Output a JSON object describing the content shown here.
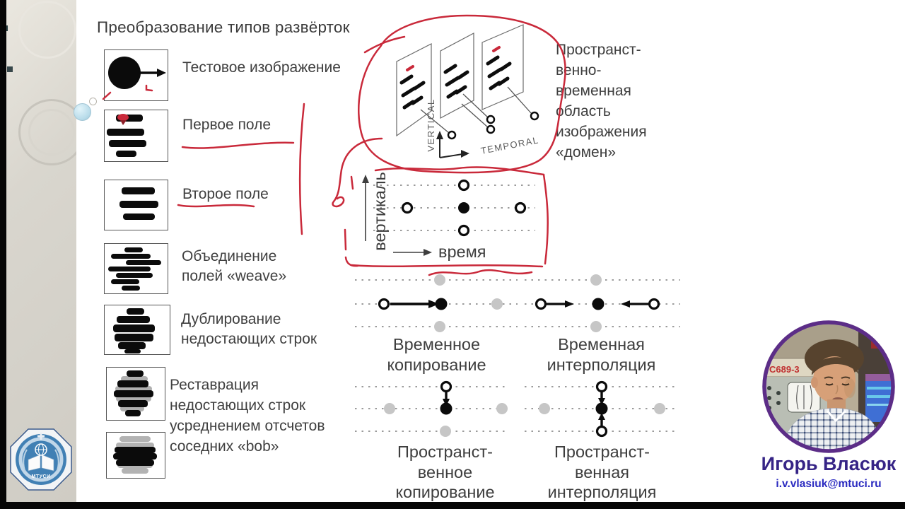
{
  "colors": {
    "annotation_red": "#c9293a",
    "webcam_ring_purple": "#5c2d87",
    "presenter_name_color": "#362486",
    "presenter_email_color": "#2a2ac0",
    "logo_blue": "#4180b4",
    "ink": "#3e3e3e"
  },
  "slide": {
    "title": "Преобразование типов развёрток",
    "legend": [
      {
        "icon": "test-image-icon",
        "label": "Тестовое изображение"
      },
      {
        "icon": "first-field-icon",
        "label": "Первое поле"
      },
      {
        "icon": "second-field-icon",
        "label": "Второе поле"
      },
      {
        "icon": "weave-icon",
        "label": "Объединение\nполей «weave»"
      },
      {
        "icon": "line-doubling-icon",
        "label": "Дублирование\nнедостающих строк"
      },
      {
        "icon": "bob-icon",
        "label": "Реставрация\nнедостающих строк\nусреднением отсчетов\nсоседних «bob»"
      }
    ],
    "domain": {
      "vertical_axis": "VERTICAL",
      "temporal_axis": "TEMPORAL",
      "caption": "Пространст-\nвенно-\nвременная\nобласть\nизображения\n«домен»"
    },
    "grid": {
      "vertical_axis": "вертикаль",
      "time_axis": "время"
    },
    "methods": {
      "temporal_copy": "Временное\nкопирование",
      "temporal_interpolation": "Временная\nинтерполяция",
      "spatial_copy": "Пространст-\nвенное\nкопирование",
      "spatial_interpolation": "Пространст-\nвенная\nинтерполяция"
    }
  },
  "presenter": {
    "name": "Игорь Власюк",
    "email": "i.v.vlasiuk@mtuci.ru",
    "equipment_label": "С689-3"
  },
  "logo": {
    "text": "МТУСИ"
  }
}
